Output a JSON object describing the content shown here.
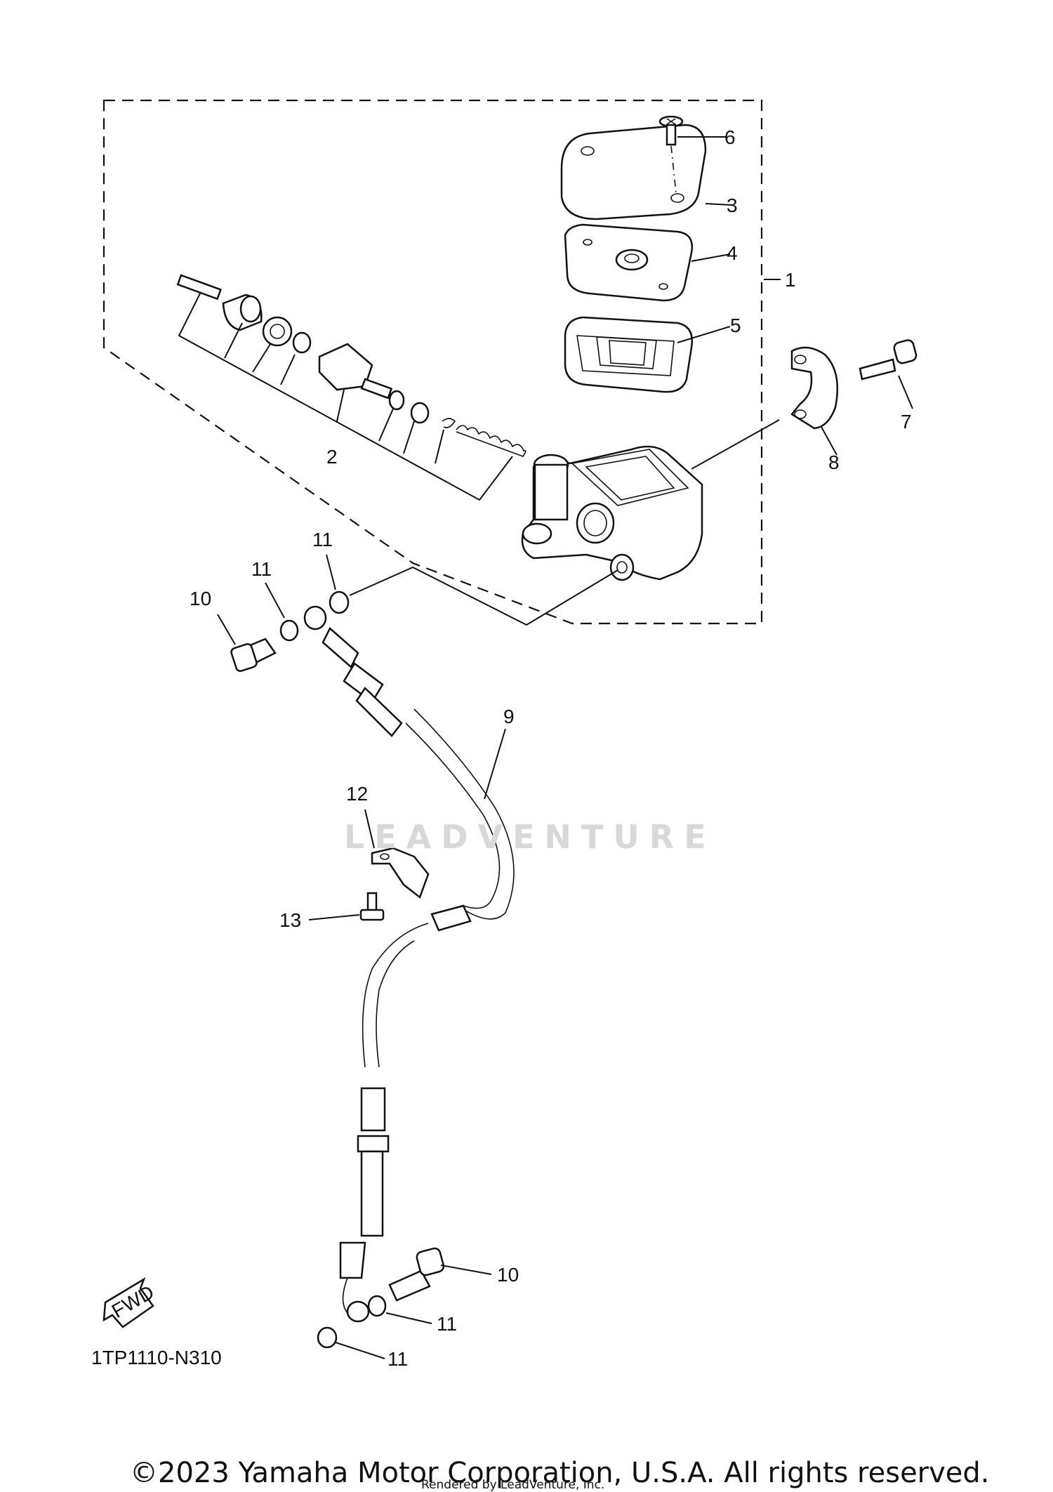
{
  "diagram": {
    "code": "1TP1110-N310",
    "fwd_label": "FWD",
    "watermark": "LEADVENTURE",
    "callouts": [
      {
        "id": "c1",
        "text": "1"
      },
      {
        "id": "c2",
        "text": "2"
      },
      {
        "id": "c3",
        "text": "3"
      },
      {
        "id": "c4",
        "text": "4"
      },
      {
        "id": "c5",
        "text": "5"
      },
      {
        "id": "c6",
        "text": "6"
      },
      {
        "id": "c7",
        "text": "7"
      },
      {
        "id": "c8",
        "text": "8"
      },
      {
        "id": "c9",
        "text": "9"
      },
      {
        "id": "c10a",
        "text": "10"
      },
      {
        "id": "c10b",
        "text": "10"
      },
      {
        "id": "c11a",
        "text": "11"
      },
      {
        "id": "c11b",
        "text": "11"
      },
      {
        "id": "c11c",
        "text": "11"
      },
      {
        "id": "c11d",
        "text": "11"
      },
      {
        "id": "c12",
        "text": "12"
      },
      {
        "id": "c13",
        "text": "13"
      }
    ]
  },
  "footer": {
    "copyright": "©2023 Yamaha Motor Corporation, U.S.A. All rights reserved.",
    "rendered_by": "Rendered by LeadVenture, Inc."
  }
}
